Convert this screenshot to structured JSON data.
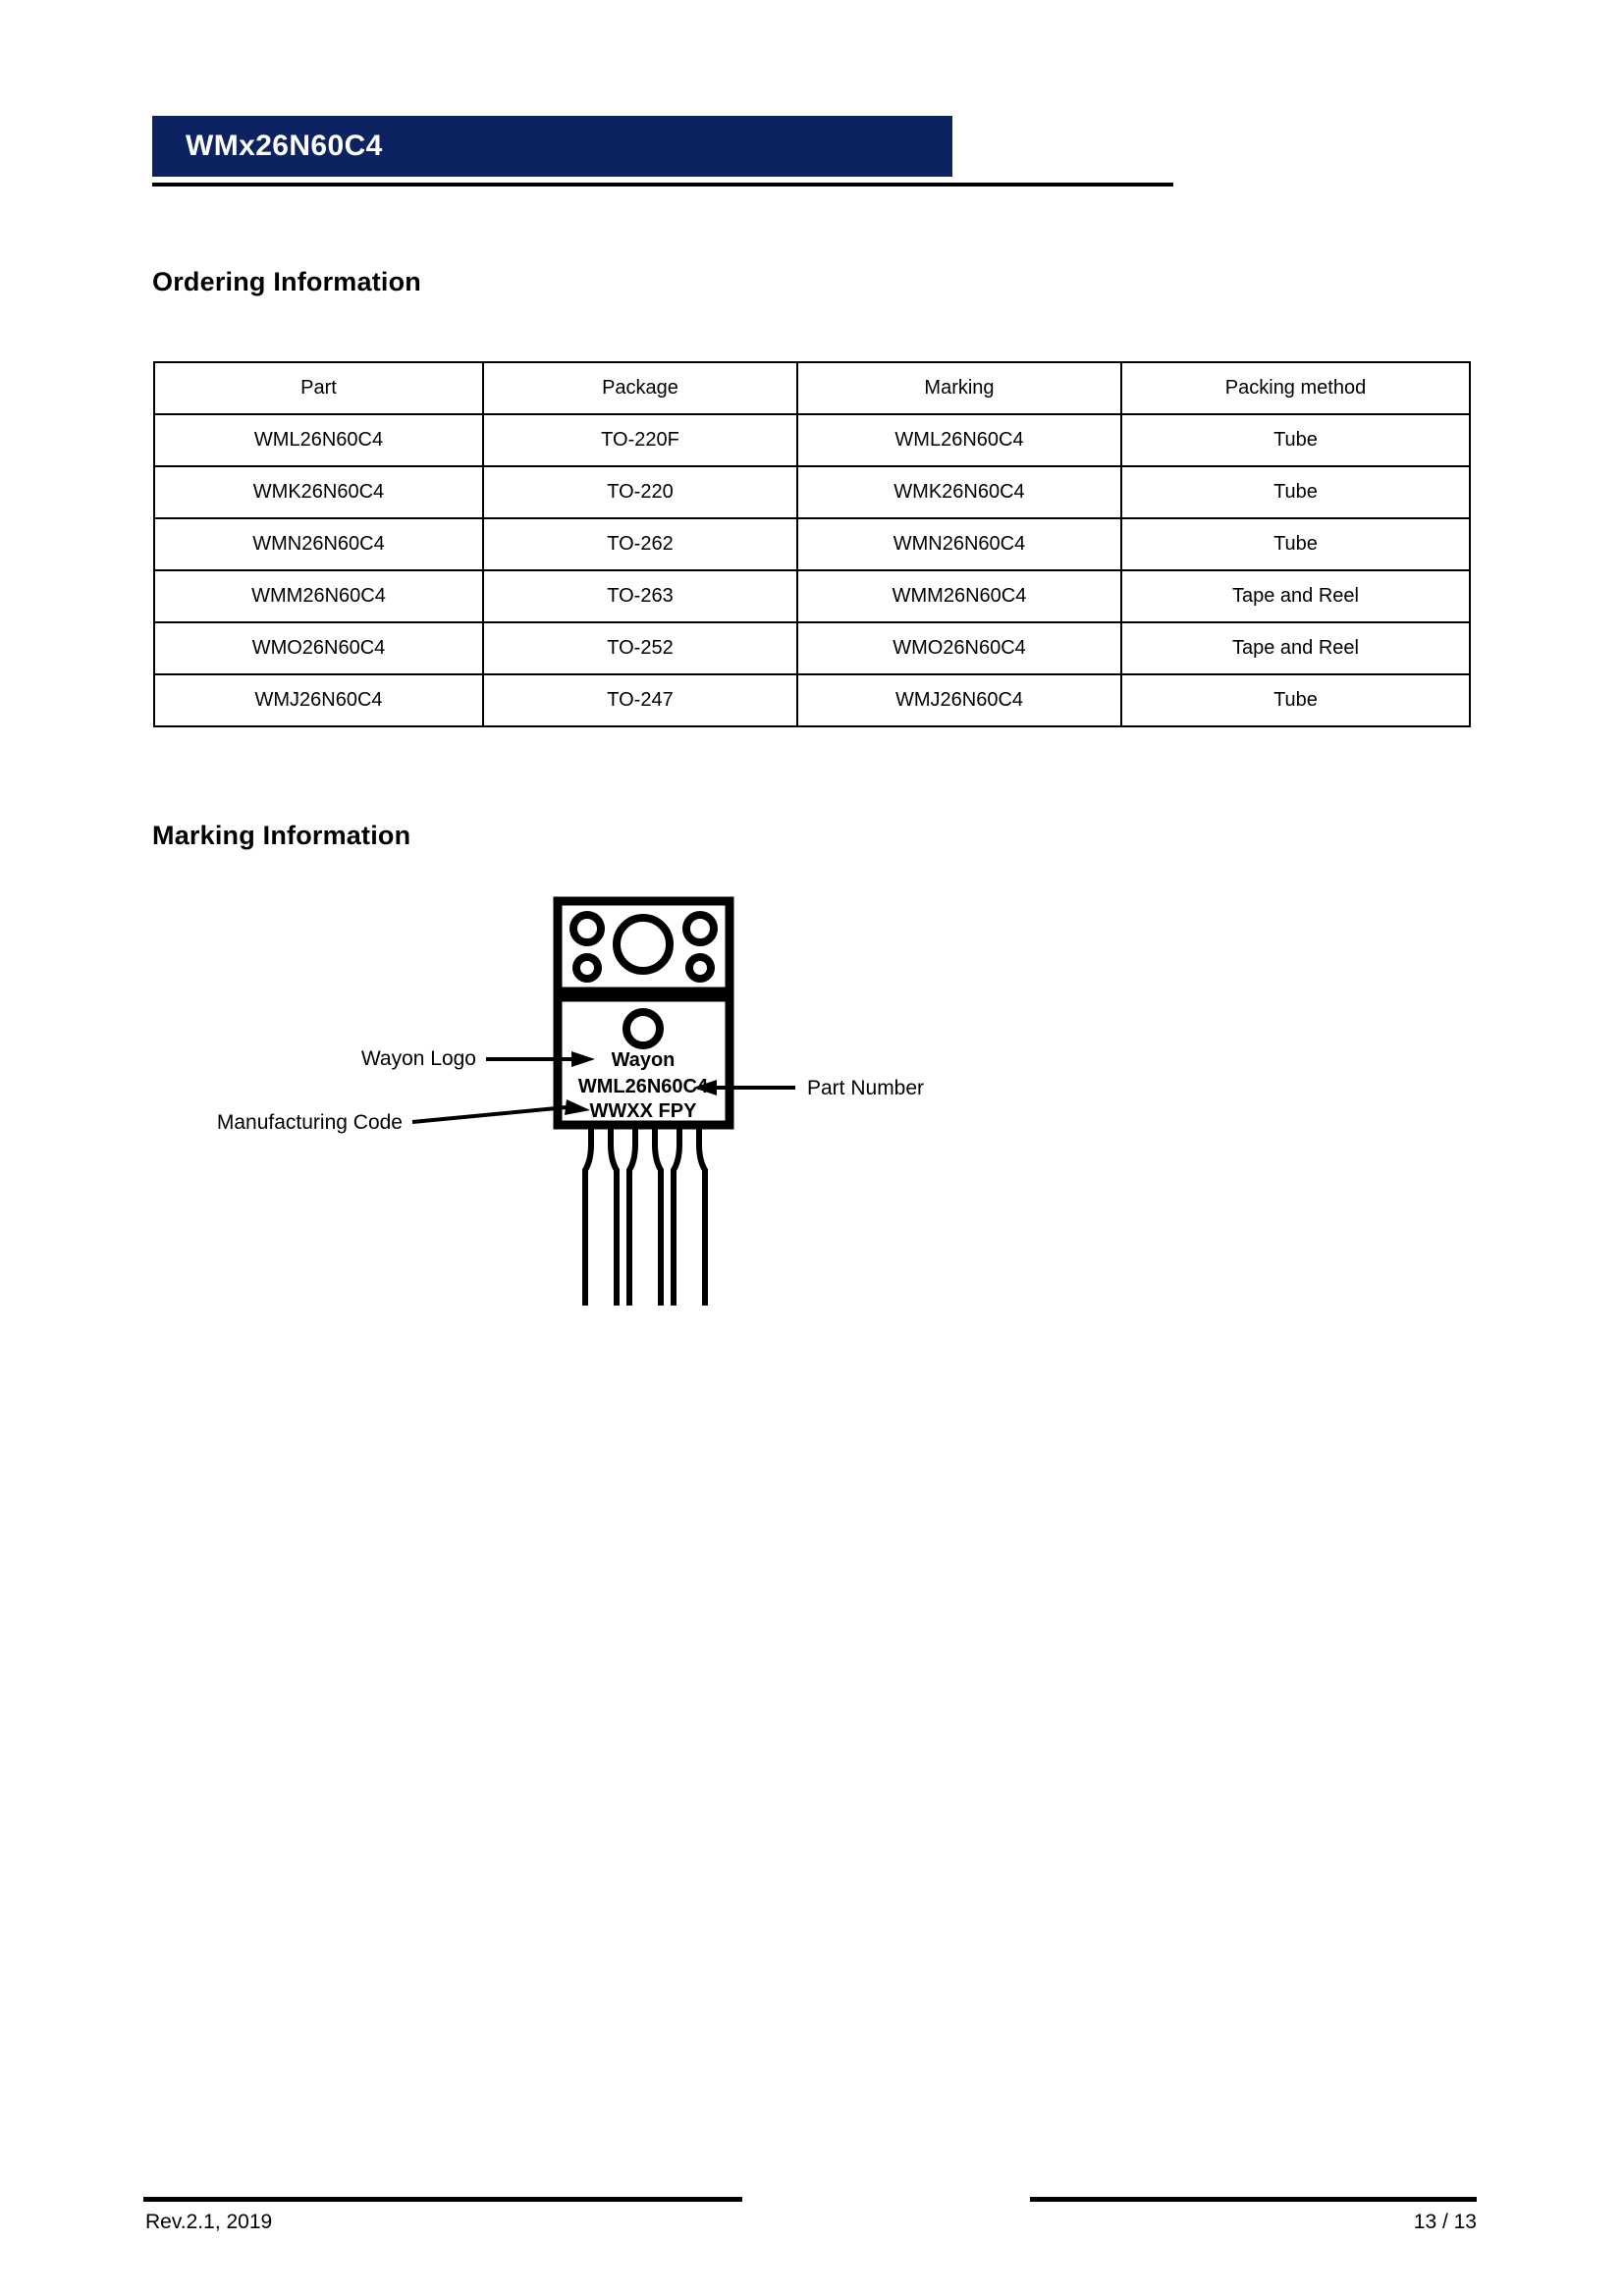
{
  "header": {
    "title": "WMx26N60C4"
  },
  "sections": {
    "ordering_heading": "Ordering Information",
    "marking_heading": "Marking Information"
  },
  "ordering_table": {
    "columns": [
      "Part",
      "Package",
      "Marking",
      "Packing method"
    ],
    "rows": [
      [
        "WML26N60C4",
        "TO-220F",
        "WML26N60C4",
        "Tube"
      ],
      [
        "WMK26N60C4",
        "TO-220",
        "WMK26N60C4",
        "Tube"
      ],
      [
        "WMN26N60C4",
        "TO-262",
        "WMN26N60C4",
        "Tube"
      ],
      [
        "WMM26N60C4",
        "TO-263",
        "WMM26N60C4",
        "Tape and Reel"
      ],
      [
        "WMO26N60C4",
        "TO-252",
        "WMO26N60C4",
        "Tape and Reel"
      ],
      [
        "WMJ26N60C4",
        "TO-247",
        "WMJ26N60C4",
        "Tube"
      ]
    ]
  },
  "marking_diagram": {
    "package_body_lines": [
      "Wayon",
      "WML26N60C4",
      "WWXX FPY"
    ],
    "callouts": {
      "logo": "Wayon Logo",
      "manufacturing_code": "Manufacturing Code",
      "part_number": "Part Number"
    }
  },
  "footer": {
    "revision": "Rev.2.1, 2019",
    "page": "13 / 13"
  },
  "colors": {
    "header_blue": "#0d2260",
    "text_black": "#000000",
    "page_white": "#ffffff"
  }
}
